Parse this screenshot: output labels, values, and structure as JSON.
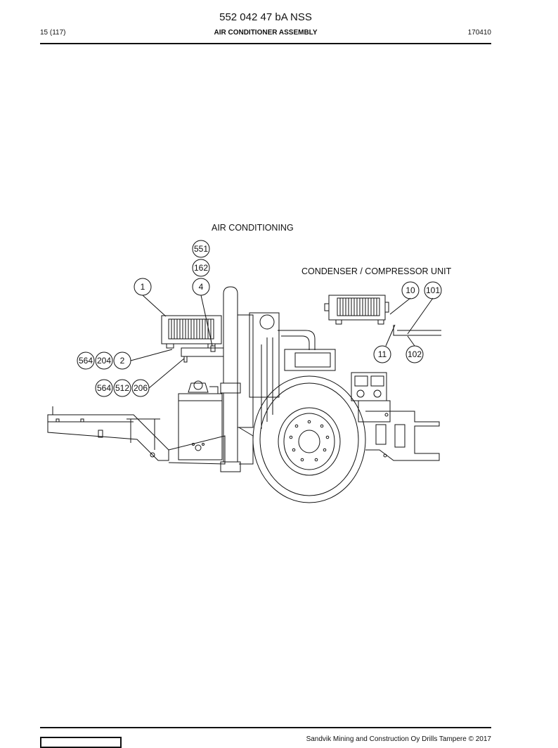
{
  "header": {
    "doc_number": "552 042 47 bA NSS",
    "page_number": "15 (117)",
    "title": "AIR CONDITIONER ASSEMBLY",
    "date": "170410"
  },
  "drawing": {
    "caption_main": "AIR CONDITIONING",
    "caption_condenser": "CONDENSER / COMPRESSOR UNIT",
    "callouts": {
      "p551": "551",
      "p162": "162",
      "p4": "4",
      "p1": "1",
      "p564a": "564",
      "p204": "204",
      "p2": "2",
      "p564b": "564",
      "p512": "512",
      "p206": "206",
      "p10": "10",
      "p101": "101",
      "p11": "11",
      "p102": "102"
    }
  },
  "footer": {
    "copyright": "Sandvik Mining and Construction Oy Drills Tampere © 2017"
  }
}
